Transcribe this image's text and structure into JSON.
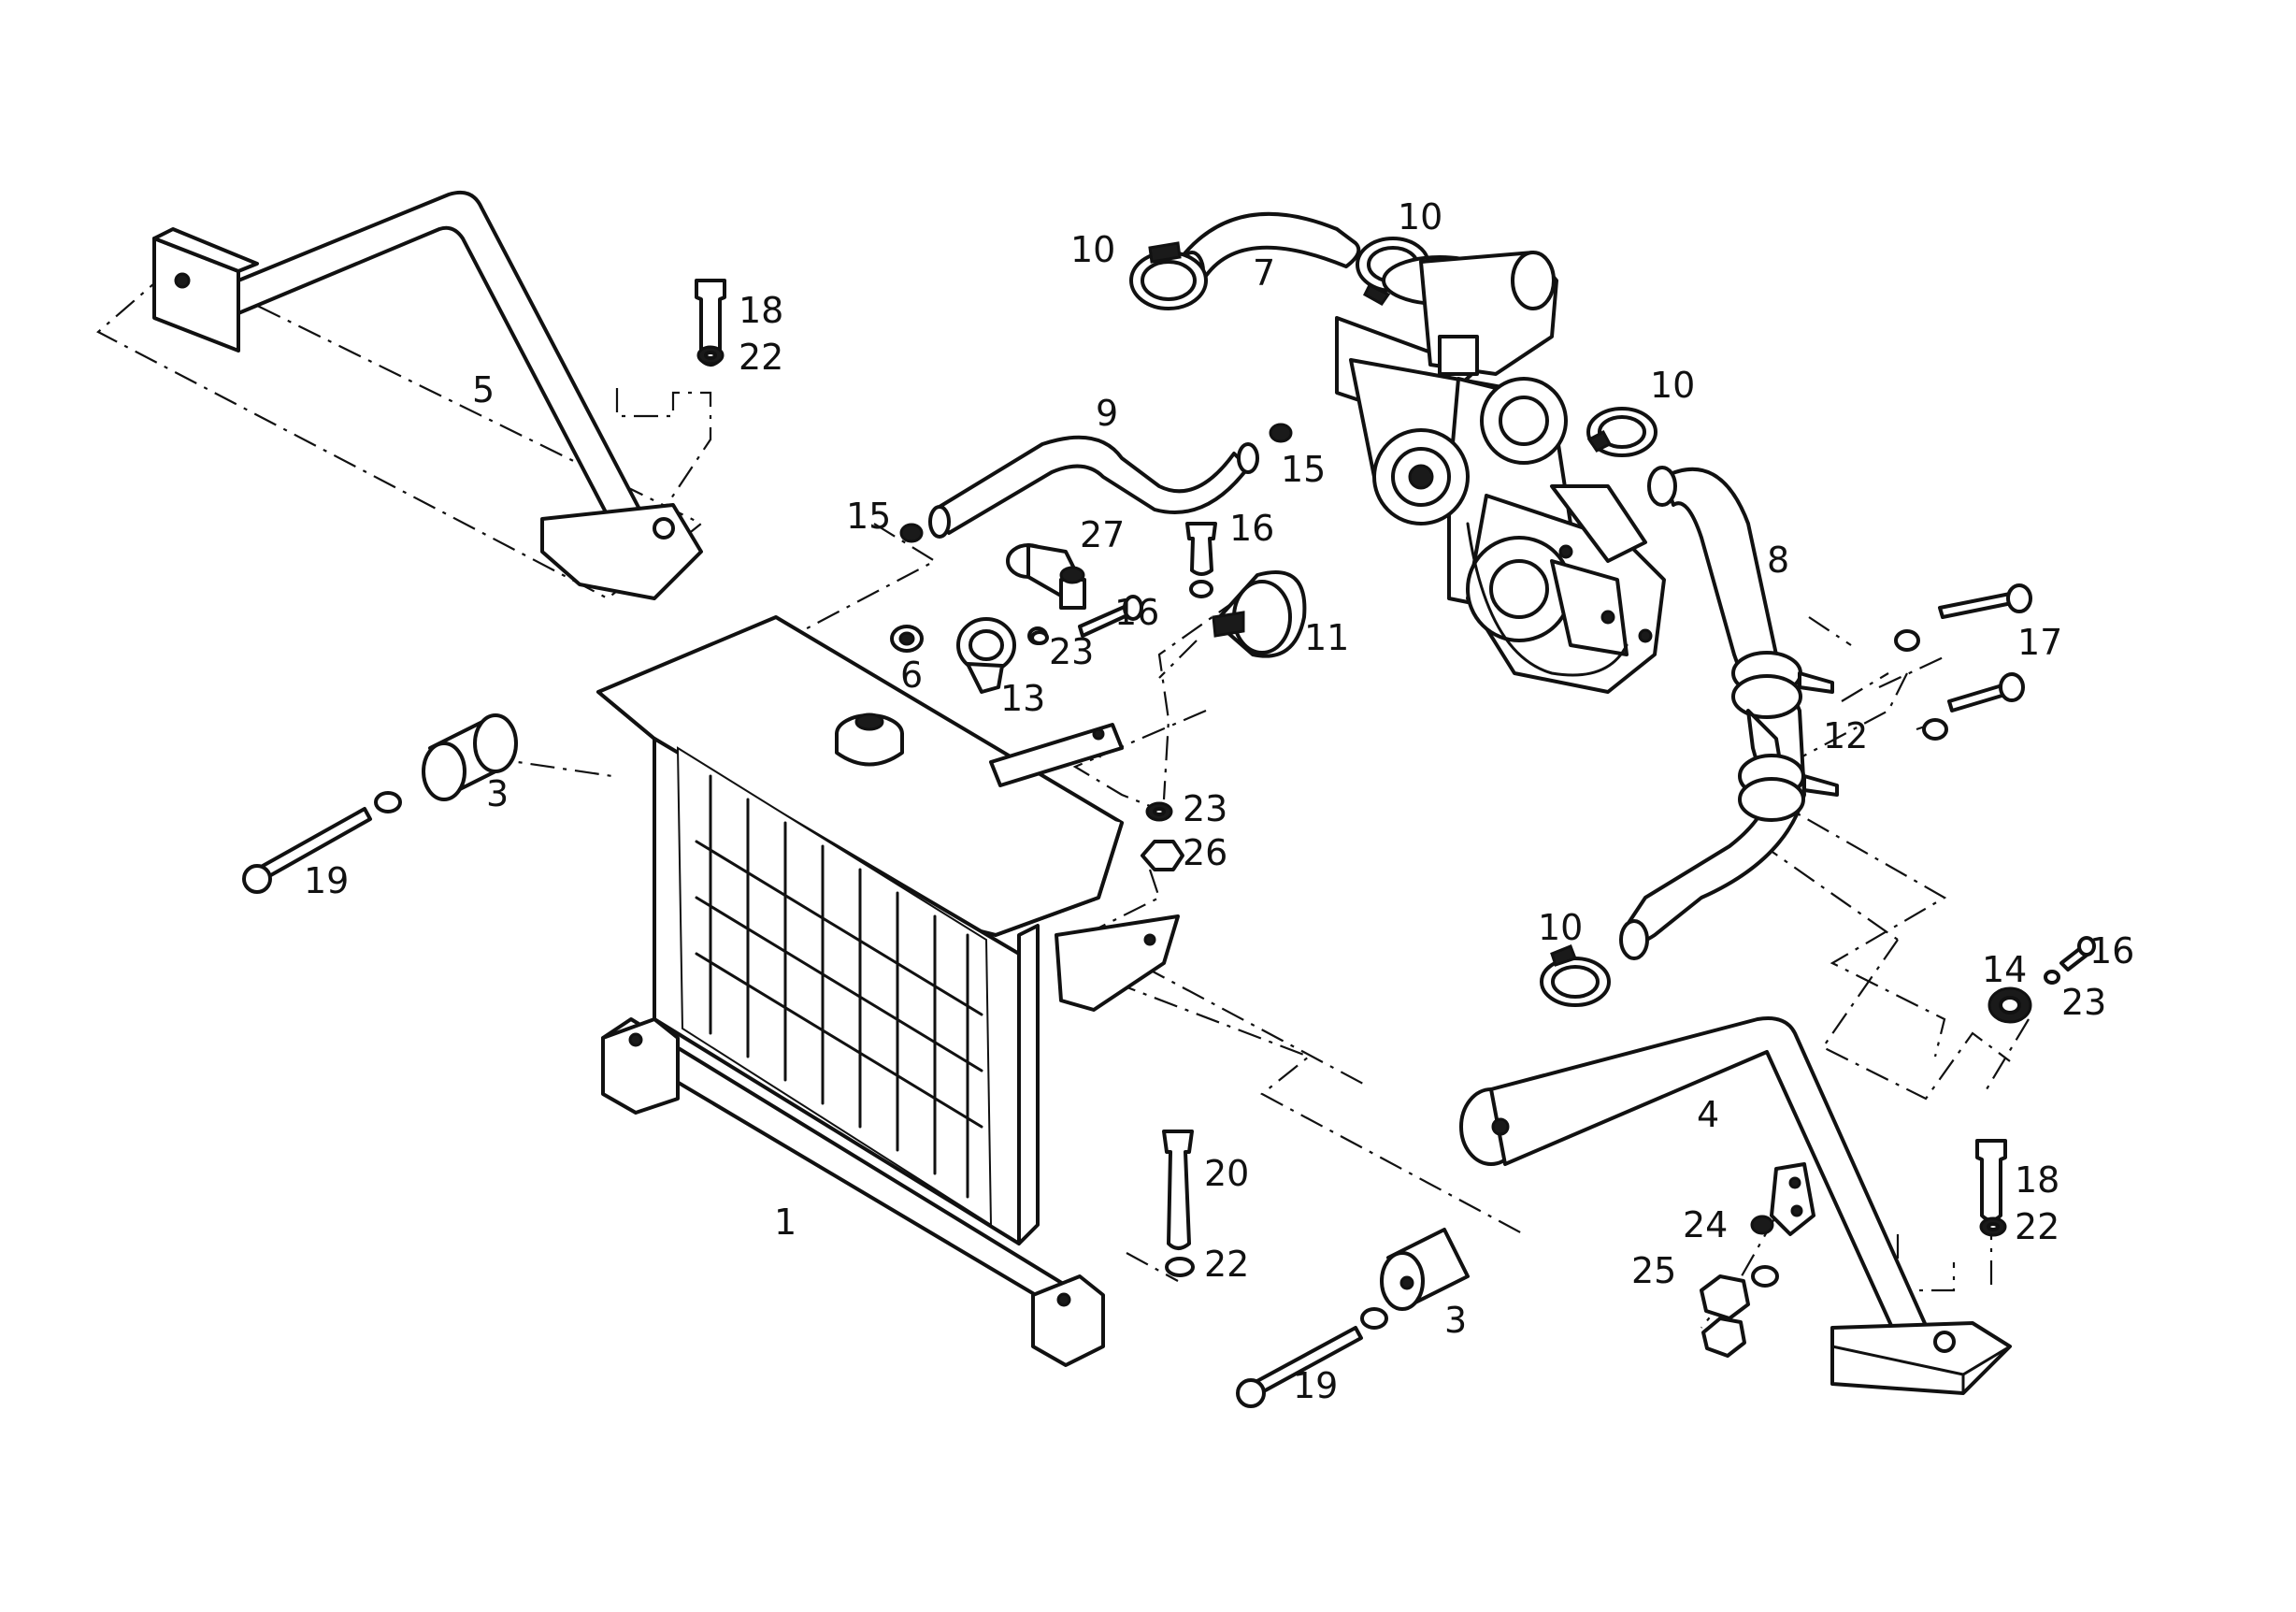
{
  "callouts": [
    {
      "label": "1"
    },
    {
      "label": "3"
    },
    {
      "label": "3"
    },
    {
      "label": "4"
    },
    {
      "label": "5"
    },
    {
      "label": "6"
    },
    {
      "label": "7"
    },
    {
      "label": "8"
    },
    {
      "label": "9"
    },
    {
      "label": "10"
    },
    {
      "label": "10"
    },
    {
      "label": "10"
    },
    {
      "label": "10"
    },
    {
      "label": "11"
    },
    {
      "label": "12"
    },
    {
      "label": "13"
    },
    {
      "label": "14"
    },
    {
      "label": "15"
    },
    {
      "label": "15"
    },
    {
      "label": "16"
    },
    {
      "label": "16"
    },
    {
      "label": "16"
    },
    {
      "label": "17"
    },
    {
      "label": "18"
    },
    {
      "label": "18"
    },
    {
      "label": "19"
    },
    {
      "label": "19"
    },
    {
      "label": "20"
    },
    {
      "label": "22"
    },
    {
      "label": "22"
    },
    {
      "label": "22"
    },
    {
      "label": "23"
    },
    {
      "label": "23"
    },
    {
      "label": "23"
    },
    {
      "label": "24"
    },
    {
      "label": "25"
    },
    {
      "label": "26"
    },
    {
      "label": "27"
    }
  ],
  "colors": {
    "line": "#111111",
    "background": "#ffffff"
  }
}
